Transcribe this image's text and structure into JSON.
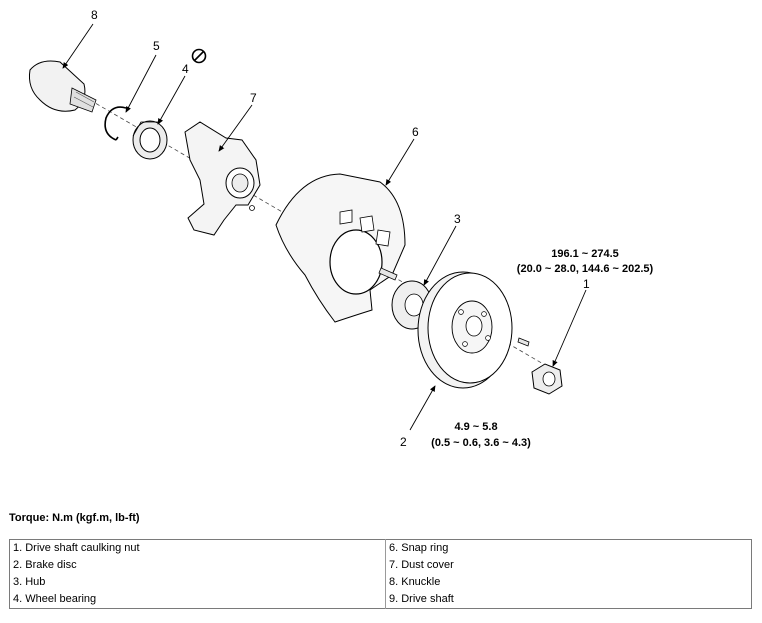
{
  "callouts": {
    "n1": "1",
    "n2": "2",
    "n3": "3",
    "n4": "4",
    "n5": "5",
    "n6": "6",
    "n7": "7",
    "n8": "8"
  },
  "torque_specs": {
    "hub_nut_line1": "196.1 ~ 274.5",
    "hub_nut_line2": "(20.0 ~ 28.0, 144.6 ~ 202.5)",
    "screw_line1": "4.9 ~ 5.8",
    "screw_line2": "(0.5 ~ 0.6, 3.6 ~ 4.3)"
  },
  "torque_unit": "Torque: N.m (kgf.m, lb-ft)",
  "legend": {
    "rows": [
      [
        "1. Drive shaft caulking nut",
        "6. Snap ring"
      ],
      [
        "2. Brake disc",
        "7. Dust cover"
      ],
      [
        "3. Hub",
        "8. Knuckle"
      ],
      [
        "4. Wheel bearing",
        "9. Drive shaft"
      ]
    ]
  },
  "symbols": {
    "no_reuse": "do-not-reuse-icon"
  }
}
